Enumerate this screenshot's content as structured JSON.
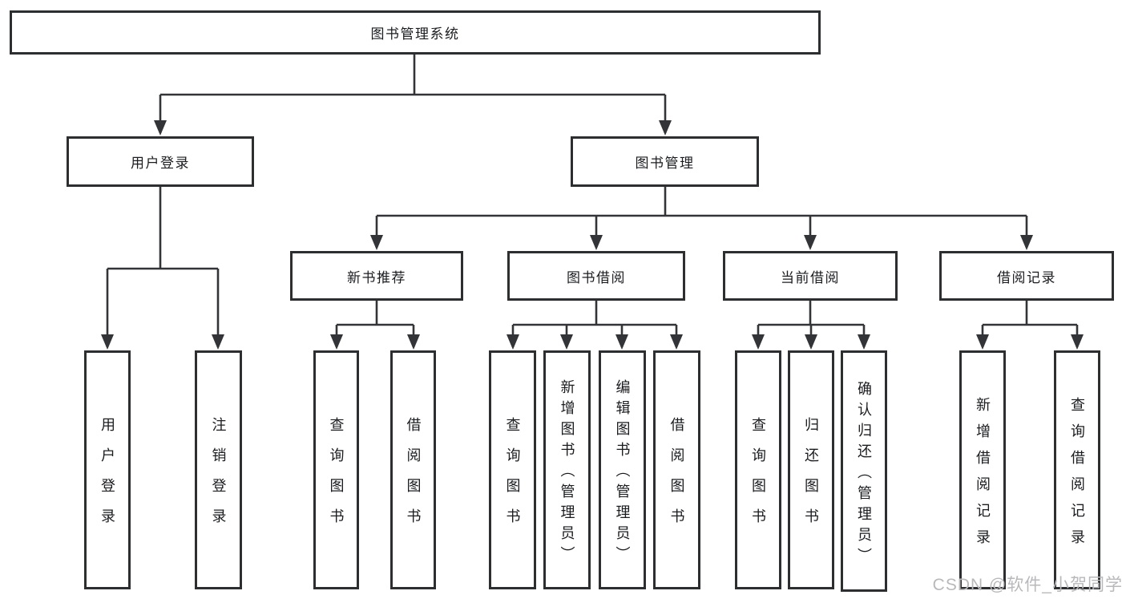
{
  "diagram": {
    "title": "图书管理系统",
    "level2": [
      {
        "label": "用户登录"
      },
      {
        "label": "图书管理"
      }
    ],
    "level3": [
      {
        "label": "新书推荐"
      },
      {
        "label": "图书借阅"
      },
      {
        "label": "当前借阅"
      },
      {
        "label": "借阅记录"
      }
    ],
    "leaves": {
      "user_login": [
        "用户登录",
        "注销登录"
      ],
      "new_book": [
        "查询图书",
        "借阅图书"
      ],
      "book_borrow": [
        "查询图书",
        "新增图书（管理员）",
        "编辑图书（管理员）",
        "借阅图书"
      ],
      "current_borrow": [
        "查询图书",
        "归还图书",
        "确认归还（管理员）"
      ],
      "borrow_record": [
        "新增借阅记录",
        "查询借阅记录"
      ]
    },
    "watermark": "CSDN @软件_小贺同学",
    "colors": {
      "line": "#333437",
      "box_border": "#2d2e30",
      "text": "#1b1c1f",
      "watermark": "#b9b9bb",
      "background": "#ffffff"
    }
  }
}
